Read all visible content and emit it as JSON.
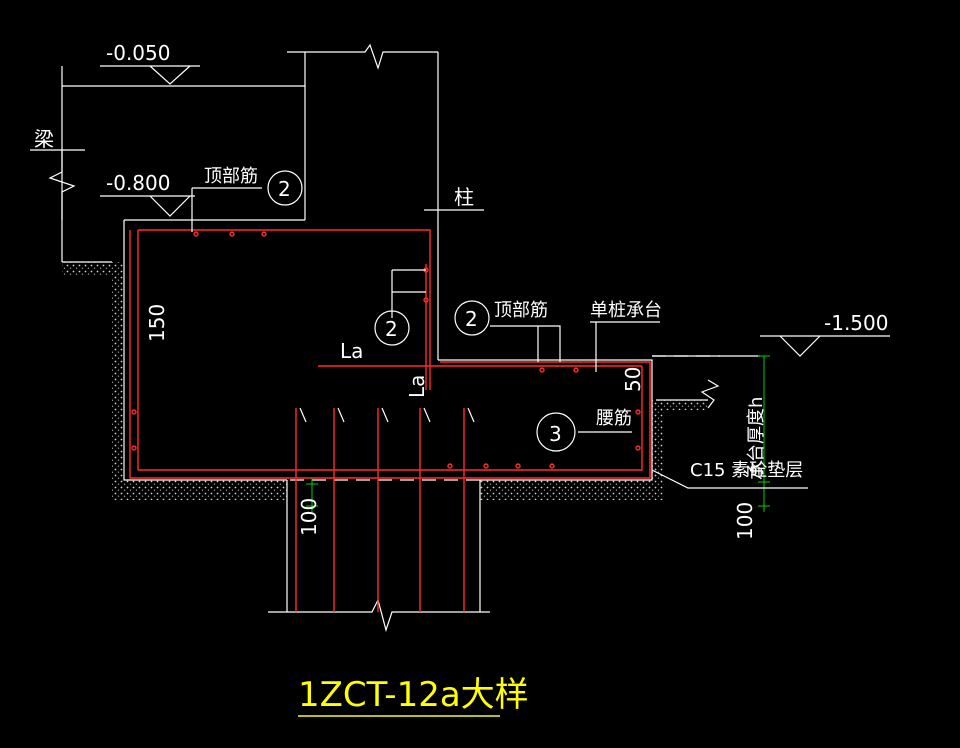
{
  "labels": {
    "elev_top": "-0.050",
    "elev_beam_bottom": "-0.800",
    "elev_cap_top": "-1.500",
    "beam": "梁",
    "column": "柱",
    "top_rebar_1": "顶部筋",
    "top_rebar_2": "顶部筋",
    "circle_2a": "2",
    "circle_2b": "2",
    "circle_2c": "2",
    "circle_3": "3",
    "la_h": "La",
    "la_v": "La",
    "dim_150": "150",
    "dim_50": "50",
    "dim_100_left": "100",
    "dim_100_right": "100",
    "single_pile_cap": "单桩承台",
    "waist_rebar": "腰筋",
    "cap_height": "承台厚度h",
    "cushion": "C15 素砼垫层"
  },
  "title": "1ZCT-12a大样",
  "colors": {
    "background": "#000000",
    "lines": "#ffffff",
    "rebar": "#ff2a2a",
    "dimension": "#00d000",
    "title": "#ffff00"
  }
}
